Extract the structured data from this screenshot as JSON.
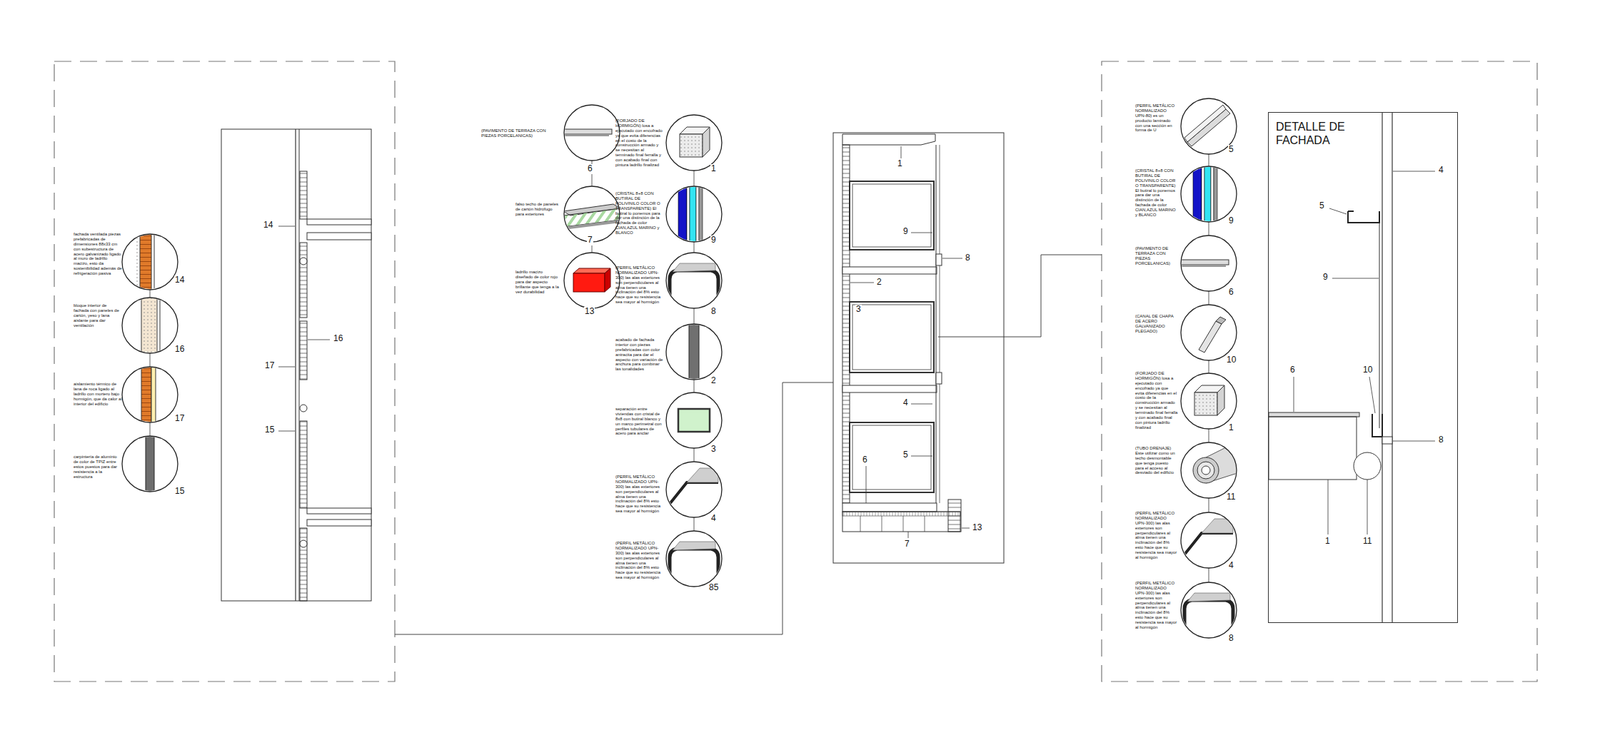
{
  "diagram": {
    "nodes": [
      {
        "text": [
          "DETALLE DE FACHADA"
        ]
      }
    ],
    "labels": [
      "fachada ventilada piezas prefabricadas de dimensiones 88x33 cm con subestructura de acero galvanizado ligado al muro de ladrillo macizo, esto da sostenibilidad además de refrigeración pasiva",
      "14",
      "bloque interior de fachada con paneles de cartón, yeso y lana aislante para dar ventilación",
      "16",
      "aislamiento térmico de lana de roca ligado al ladrillo con mortero bajo hormigón, que da calor al interior del edificio",
      "17",
      "carpintería de aluminio de color de TPIZ entre estos puestos para dar resistencia a la estructura",
      "15",
      "14",
      "16",
      "17",
      "15",
      "(PAVIMENTO DE TERRAZA CON PIEZAS PORCELANICAS)",
      "6",
      "falso techo de paneles de cartón hidrófugo para exteriores",
      "7",
      "ladrillo macizo diseñado de color rojo para dar aspecto brillante que tenga a la vez durabilidad",
      "13",
      "(FORJADO DE HORMIGÓN) losa a ejecutado con encofrado ya que evita diferencias en el costo de la construcción armado y se necesitan al terminado final ferralla y con acabado final con pintura ladrillo finalizad",
      "1",
      "(CRISTAL 8+8 CON BUTIRAL DE POLIVINILO COLOR O TRANSPARENTE) El butiral lo ponemos para dar una distinción de la fachada de color CIAN,AZUL MARINO y BLANCO",
      "9",
      "(PERFIL METÁLICO NORMALIZADO UPN-300) las alas exteriores son perpendiculares al alma tienen una inclinación del 8% esto hace que su resistencia sea mayor al hormigón",
      "8",
      "acabado de fachada interior con piezas prefabricadas con color antracita para dar el aspecto con variación de anchura para combinar las tonalidades",
      "2",
      "separación entre viviendas con cristal de 8x8 con butiral blanco y un marco perimetral con perfiles tubulares de acero para anclar",
      "3",
      "(PERFIL METÁLICO NORMALIZADO UPN-300) las alas exteriores son perpendiculares al alma tienen una inclinación del 8% esto hace que su resistencia sea mayor al hormigón",
      "4",
      "(PERFIL METÁLICO NORMALIZADO UPN-300) las alas exteriores son perpendiculares al alma tienen una inclinación del 8% esto hace que su resistencia sea mayor al hormigón",
      "85",
      "1",
      "9",
      "8",
      "2",
      "3",
      "4",
      "5",
      "6",
      "13",
      "7",
      "(PERFIL METÁLICO NORMALIZADO UPN-80) es un producto laminado con una sección en forma de U",
      "5",
      "(CRISTAL 8+8 CON BUTIRAL DE POLIVINILO COLOR O TRANSPARENTE) El butiral lo ponemos para dar una distinción de la fachada de color CIAN,AZUL MARINO y BLANCO",
      "9",
      "(PAVIMENTO DE TERRAZA CON PIEZAS PORCELANICAS)",
      "6",
      "(CANAL DE CHAPA DE ACERO GALVANIZADO PLEGADO)",
      "10",
      "(FORJADO DE HORMIGÓN) losa a ejecutado con encofrado ya que evita diferencias en el costo de la construcción armado y se necesitan al terminado final ferralla y con acabado final con pintura ladrillo finalizad",
      "1",
      "(TUBO DRENAJE) Este utilizar como un techo desmontable que tenga puesto para el acceso al desviado del edificio",
      "11",
      "(PERFIL METÁLICO NORMALIZADO UPN-300) las alas exteriores son perpendiculares al alma tienen una inclinación del 8% esto hace que su resistencia sea mayor al hormigón",
      "4",
      "(PERFIL METÁLICO NORMALIZADO UPN-300) las alas exteriores son perpendiculares al alma tienen una inclinación del 8% esto hace que su resistencia sea mayor al hormigón",
      "8",
      "4",
      "5",
      "9",
      "6",
      "10",
      "8",
      "1",
      "11"
    ]
  }
}
